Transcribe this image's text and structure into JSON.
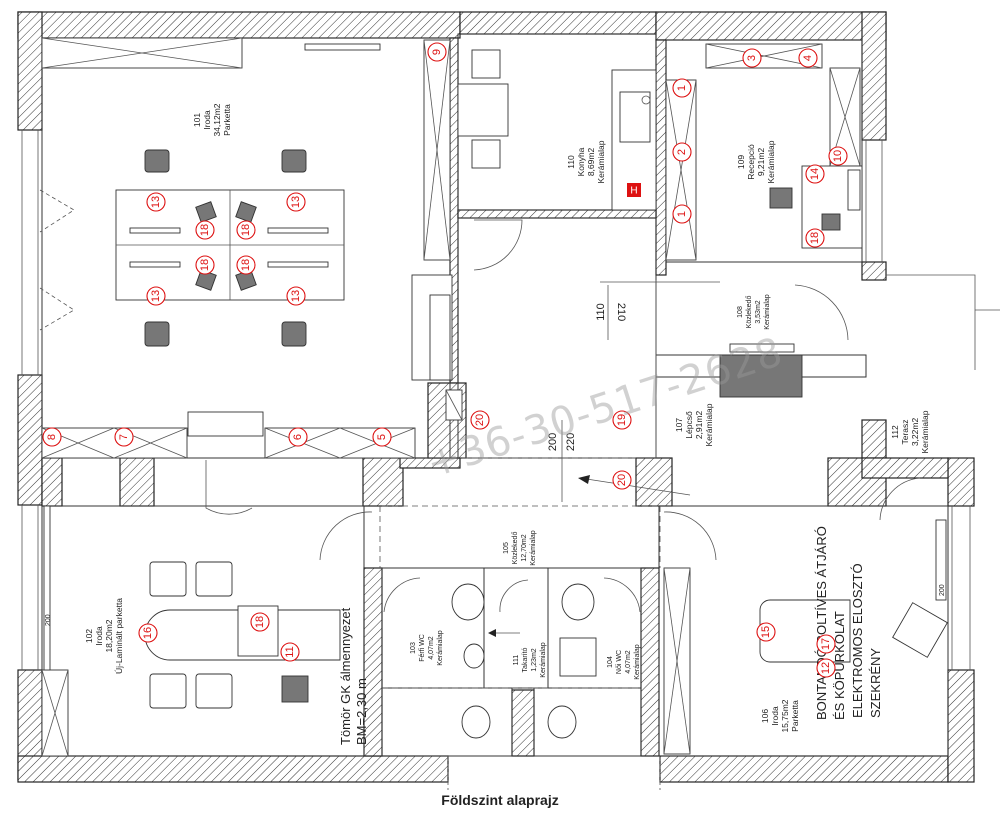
{
  "title": "Földszint alaprajz",
  "watermark": "+36-30-517-2628",
  "rooms": {
    "r101": {
      "num": "101",
      "name": "Iroda",
      "area": "34,12m2",
      "floor": "Parketta"
    },
    "r102": {
      "num": "102",
      "name": "Iroda",
      "area": "18,20m2",
      "floor": "Új-Laminált parketta"
    },
    "r103": {
      "num": "103",
      "name": "Férfi WC",
      "area": "4,07m2",
      "floor": "Kerámialap"
    },
    "r104": {
      "num": "104",
      "name": "Női WC",
      "area": "4,07m2",
      "floor": "Kerámialap"
    },
    "r105": {
      "num": "105",
      "name": "Közlekedő",
      "area": "12,70m2",
      "floor": "Kerámialap"
    },
    "r106": {
      "num": "106",
      "name": "Iroda",
      "area": "15,75m2",
      "floor": "Parketta"
    },
    "r107": {
      "num": "107",
      "name": "Lépcső",
      "area": "2,91m2",
      "floor": "Kerámialap"
    },
    "r108": {
      "num": "108",
      "name": "Közlekedő",
      "area": "3,53m2",
      "floor": "Kerámialap"
    },
    "r109": {
      "num": "109",
      "name": "Recepció",
      "area": "9,21m2",
      "floor": "Kerámialap"
    },
    "r110": {
      "num": "110",
      "name": "Konyha",
      "area": "8,69m2",
      "floor": "Kerámialap"
    },
    "r111": {
      "num": "111",
      "name": "Takarító",
      "area": "1,23m2",
      "floor": "Kerámialap"
    },
    "r112": {
      "num": "112",
      "name": "Terasz",
      "area": "3,22m2",
      "floor": "Kerámialap"
    }
  },
  "notes": {
    "wall_note_1": "Tömör GK álmennyezet",
    "wall_note_2": "BM=2,30 m",
    "demolish_1": "BONTANDÓ BOLTÍVES ÁTJÁRÓ",
    "demolish_2": "ÉS KÖPURKOLAT",
    "elec_1": "ELEKTROMOS ELOSZTÓ",
    "elec_2": "SZEKRÉNY",
    "opening_110": "110",
    "opening_210": "210",
    "opening_200": "200",
    "opening_220": "220",
    "h_mark": "H",
    "rad_label": "200"
  },
  "tags": [
    "1",
    "2",
    "1",
    "3",
    "4",
    "5",
    "6",
    "7",
    "8",
    "9",
    "10",
    "11",
    "12",
    "13",
    "14",
    "15",
    "16",
    "17",
    "18",
    "19",
    "20"
  ]
}
